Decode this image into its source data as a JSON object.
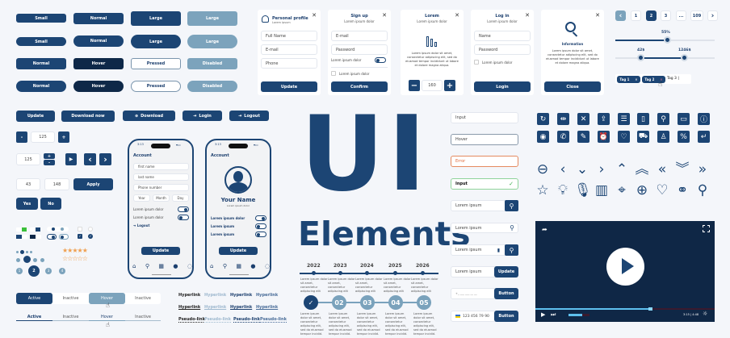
{
  "buttons_grid": {
    "rows": [
      [
        "Small",
        "Normal",
        "Large",
        "Large"
      ],
      [
        "Small",
        "Normal",
        "Large",
        "Large"
      ],
      [
        "Normal",
        "Hover",
        "Pressed",
        "Disabled"
      ],
      [
        "Normal",
        "Hover",
        "Pressed",
        "Disabled"
      ]
    ]
  },
  "cards": {
    "profile": {
      "title": "Personal profile",
      "subtitle": "Lorem ipsum",
      "fields": [
        "Full Name",
        "E-mail",
        "Phone"
      ],
      "button": "Update"
    },
    "signup": {
      "title": "Sign up",
      "subtitle": "Lorem ipsum dolor",
      "fields": [
        "E-mail",
        "Password"
      ],
      "toggle_label": "Lorem ipsum dolor",
      "checkbox_label": "Lorem ipsum dolor",
      "button": "Confirm"
    },
    "lorem": {
      "title": "Lorem",
      "subtitle": "Lorem ipsum dolor",
      "body": "Lorem ipsum dolor sit amet, consectetur adipiscing elit, sed do eiusmod tempor incididunt ut labore et dolore magna aliqua.",
      "stepper_value": "160",
      "minus": "−",
      "plus": "+"
    },
    "login": {
      "title": "Log in",
      "subtitle": "Lorem ipsum dolor",
      "fields": [
        "Name",
        "Password"
      ],
      "checkbox_label": "Lorem ipsum dolor",
      "button": "Login"
    },
    "info": {
      "title": "Information",
      "body": "Lorem ipsum dolor sit amet, consectetur adipiscing elit, sed do eiusmod tempor incididunt ut labore et dolore magna aliqua.",
      "button": "Close"
    },
    "close_glyph": "✕"
  },
  "pagination": {
    "prev": "‹",
    "pages": [
      "1",
      "2",
      "3",
      "...",
      "109"
    ],
    "active": "2",
    "next": "›"
  },
  "sliders": {
    "single": "55%",
    "range_min": "42$",
    "range_max": "1246$"
  },
  "tags": {
    "items": [
      "Tag 1",
      "Tag 2"
    ],
    "input": "Tag 3 |",
    "remove": "✕"
  },
  "action_buttons": {
    "update": "Update",
    "download_now": "Download now",
    "download": "Download",
    "login": "Login",
    "logout": "Logout"
  },
  "steppers": {
    "minus": "-",
    "value1": "125",
    "plus": "+",
    "value2": "125",
    "up": "+",
    "down": "-",
    "play": "▶",
    "prev": "‹",
    "next": "›"
  },
  "range_inputs": {
    "min": "43",
    "max": "148",
    "apply": "Apply"
  },
  "yes_no": {
    "yes": "Yes",
    "no": "No"
  },
  "ratings": {
    "filled": "★★★★★",
    "empty": "☆☆☆☆☆"
  },
  "page_dots": [
    "1",
    "2",
    "3",
    "4"
  ],
  "tabs_filled": [
    "Active",
    "Inactive",
    "Hover",
    "Inactive"
  ],
  "tabs_underline": [
    "Active",
    "Inactive",
    "Hover",
    "Inactive"
  ],
  "links": {
    "rows": [
      [
        "Hyperlink",
        "Hyperlink",
        "Hyperlink",
        "Hyperlink"
      ],
      [
        "Hyperlink",
        "Hyperlink",
        "Hyperlink",
        "Hyperlink"
      ],
      [
        "Pseudo-link",
        "Pseudo-link",
        "Pseudo-link",
        "Pseudo-link"
      ]
    ]
  },
  "phone1": {
    "time": "3:13",
    "title": "Account",
    "fields": [
      "first name",
      "last name",
      "Phone number"
    ],
    "date": [
      "Year",
      "Month",
      "Day"
    ],
    "toggles": [
      "Lorem ipsum dolor",
      "Lorem ipsum dolor"
    ],
    "logout": "Logout",
    "button": "Update"
  },
  "phone2": {
    "time": "3:13",
    "title": "Account",
    "name": "Your Name",
    "sub": "Lorem ipsum dolor",
    "toggles": [
      "Lorem ipsum dolor",
      "Lorem ipsum",
      "Lorem ipsum"
    ],
    "button": "Update"
  },
  "hero": {
    "line1": "UI",
    "line2": "Elements"
  },
  "timeline": {
    "years": [
      "2022",
      "2023",
      "2024",
      "2025",
      "2026"
    ],
    "year_text": "Lorem ipsum dolor sit amet, consectetur adipiscing elit",
    "steps": [
      "✓",
      "02",
      "03",
      "04",
      "05"
    ],
    "step_text": "Lorem ipsum dolor sit amet, consectetur adipiscing elit, sed do eiusmod tempor incidid."
  },
  "inputs": {
    "normal": "Input",
    "hover": "Hover",
    "error": "Error",
    "success": "Input",
    "success_icon": "✓",
    "search1": "Lorem ipsum",
    "search2": "Lorem ipsum",
    "search3": "Lorem ipsum",
    "update_field": "Lorem ipsum",
    "update_btn": "Update",
    "phone_placeholder": "+_ ___ ___ __ __",
    "phone_btn": "Button",
    "phone_value": "123 456 79 90",
    "phone_btn2": "Button"
  },
  "video": {
    "time": "3:15 | 4:48",
    "progress": 0.64
  },
  "colors": {
    "primary": "#1c4574",
    "dark": "#0e2848",
    "muted": "#7ca3bc",
    "bg": "#f4f6fa",
    "error": "#e58a5f",
    "success": "#8fd39a",
    "star": "#f0a050"
  }
}
